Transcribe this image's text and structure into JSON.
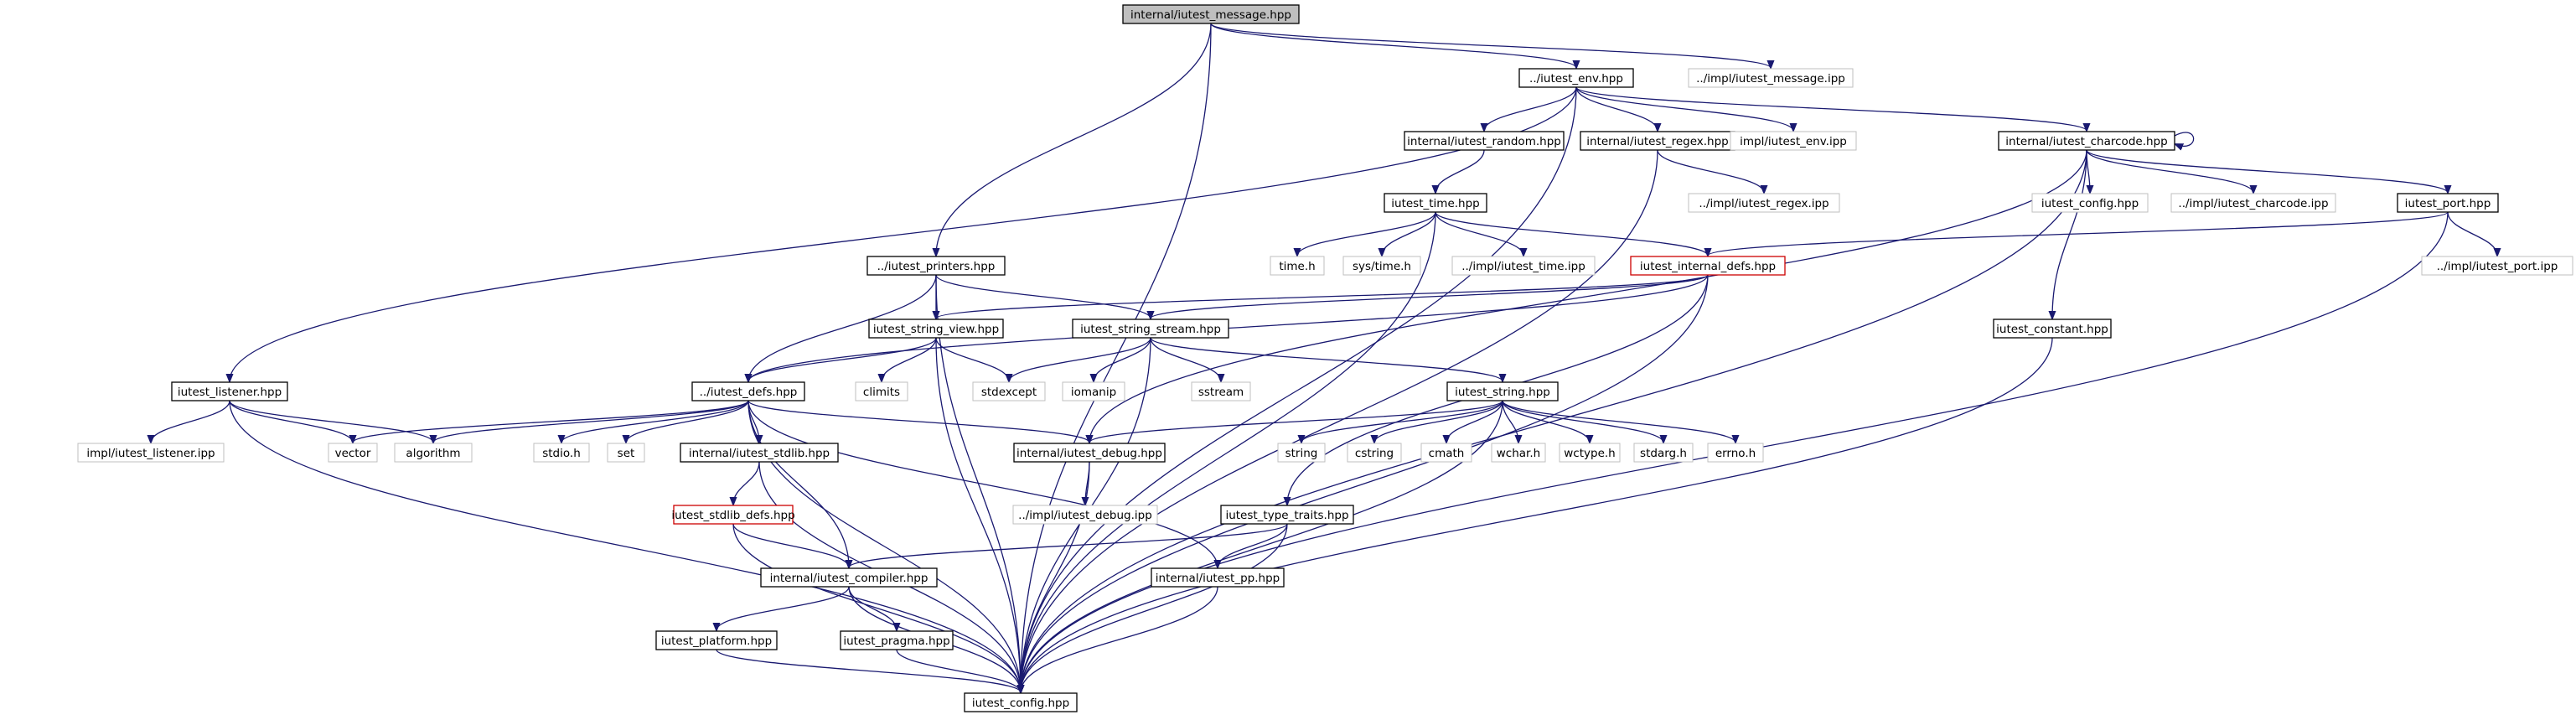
{
  "nodes": [
    {
      "id": "root",
      "label": "internal/iutest_message.hpp",
      "style": "root"
    },
    {
      "id": "env",
      "label": "../iutest_env.hpp",
      "style": "normal"
    },
    {
      "id": "msg_ipp",
      "label": "../impl/iutest_message.ipp",
      "style": "gray"
    },
    {
      "id": "random",
      "label": "internal/iutest_random.hpp",
      "style": "normal"
    },
    {
      "id": "regex",
      "label": "internal/iutest_regex.hpp",
      "style": "normal"
    },
    {
      "id": "env_ipp",
      "label": "impl/iutest_env.ipp",
      "style": "gray"
    },
    {
      "id": "charcode",
      "label": "internal/iutest_charcode.hpp",
      "style": "normal"
    },
    {
      "id": "time_hpp",
      "label": "iutest_time.hpp",
      "style": "normal"
    },
    {
      "id": "regex_ipp",
      "label": "../impl/iutest_regex.ipp",
      "style": "gray"
    },
    {
      "id": "config_h",
      "label": "iutest_config.hpp",
      "style": "gray"
    },
    {
      "id": "charcode_ipp",
      "label": "../impl/iutest_charcode.ipp",
      "style": "gray"
    },
    {
      "id": "port",
      "label": "iutest_port.hpp",
      "style": "normal"
    },
    {
      "id": "printers",
      "label": "../iutest_printers.hpp",
      "style": "normal"
    },
    {
      "id": "timeh",
      "label": "time.h",
      "style": "gray"
    },
    {
      "id": "systime",
      "label": "sys/time.h",
      "style": "gray"
    },
    {
      "id": "time_ipp",
      "label": "../impl/iutest_time.ipp",
      "style": "gray"
    },
    {
      "id": "internal_defs",
      "label": "iutest_internal_defs.hpp",
      "style": "red"
    },
    {
      "id": "port_ipp",
      "label": "../impl/iutest_port.ipp",
      "style": "gray"
    },
    {
      "id": "string_view",
      "label": "iutest_string_view.hpp",
      "style": "normal"
    },
    {
      "id": "string_stream",
      "label": "iutest_string_stream.hpp",
      "style": "normal"
    },
    {
      "id": "constant",
      "label": "iutest_constant.hpp",
      "style": "normal"
    },
    {
      "id": "listener",
      "label": "iutest_listener.hpp",
      "style": "normal"
    },
    {
      "id": "defs",
      "label": "../iutest_defs.hpp",
      "style": "normal"
    },
    {
      "id": "climits",
      "label": "climits",
      "style": "gray"
    },
    {
      "id": "stdexcept",
      "label": "stdexcept",
      "style": "gray"
    },
    {
      "id": "iomanip",
      "label": "iomanip",
      "style": "gray"
    },
    {
      "id": "sstream",
      "label": "sstream",
      "style": "gray"
    },
    {
      "id": "string_hpp",
      "label": "iutest_string.hpp",
      "style": "normal"
    },
    {
      "id": "listener_ipp",
      "label": "impl/iutest_listener.ipp",
      "style": "gray"
    },
    {
      "id": "vector",
      "label": "vector",
      "style": "gray"
    },
    {
      "id": "algorithm",
      "label": "algorithm",
      "style": "gray"
    },
    {
      "id": "stdioh",
      "label": "stdio.h",
      "style": "gray"
    },
    {
      "id": "set",
      "label": "set",
      "style": "gray"
    },
    {
      "id": "stdlib",
      "label": "internal/iutest_stdlib.hpp",
      "style": "normal"
    },
    {
      "id": "debug",
      "label": "internal/iutest_debug.hpp",
      "style": "normal"
    },
    {
      "id": "string_std",
      "label": "string",
      "style": "gray"
    },
    {
      "id": "cstring",
      "label": "cstring",
      "style": "gray"
    },
    {
      "id": "cmath",
      "label": "cmath",
      "style": "gray"
    },
    {
      "id": "wcharh",
      "label": "wchar.h",
      "style": "gray"
    },
    {
      "id": "wctypeh",
      "label": "wctype.h",
      "style": "gray"
    },
    {
      "id": "stdargh",
      "label": "stdarg.h",
      "style": "gray"
    },
    {
      "id": "errnoh",
      "label": "errno.h",
      "style": "gray"
    },
    {
      "id": "stdlib_defs",
      "label": "iutest_stdlib_defs.hpp",
      "style": "red"
    },
    {
      "id": "debug_ipp",
      "label": "../impl/iutest_debug.ipp",
      "style": "gray"
    },
    {
      "id": "type_traits",
      "label": "iutest_type_traits.hpp",
      "style": "normal"
    },
    {
      "id": "compiler",
      "label": "internal/iutest_compiler.hpp",
      "style": "normal"
    },
    {
      "id": "pp",
      "label": "internal/iutest_pp.hpp",
      "style": "normal"
    },
    {
      "id": "platform",
      "label": "iutest_platform.hpp",
      "style": "normal"
    },
    {
      "id": "pragma",
      "label": "iutest_pragma.hpp",
      "style": "normal"
    },
    {
      "id": "config",
      "label": "iutest_config.hpp",
      "style": "normal"
    }
  ],
  "edges": [
    [
      "root",
      "env"
    ],
    [
      "root",
      "msg_ipp"
    ],
    [
      "root",
      "printers"
    ],
    [
      "root",
      "config"
    ],
    [
      "env",
      "random"
    ],
    [
      "env",
      "regex"
    ],
    [
      "env",
      "env_ipp"
    ],
    [
      "env",
      "charcode"
    ],
    [
      "env",
      "listener"
    ],
    [
      "env",
      "config"
    ],
    [
      "random",
      "time_hpp"
    ],
    [
      "regex",
      "regex_ipp"
    ],
    [
      "regex",
      "config"
    ],
    [
      "charcode",
      "charcode"
    ],
    [
      "charcode",
      "config_h"
    ],
    [
      "charcode",
      "charcode_ipp"
    ],
    [
      "charcode",
      "port"
    ],
    [
      "charcode",
      "constant"
    ],
    [
      "charcode",
      "debug"
    ],
    [
      "charcode",
      "config"
    ],
    [
      "time_hpp",
      "timeh"
    ],
    [
      "time_hpp",
      "systime"
    ],
    [
      "time_hpp",
      "time_ipp"
    ],
    [
      "time_hpp",
      "internal_defs"
    ],
    [
      "time_hpp",
      "config"
    ],
    [
      "port",
      "internal_defs"
    ],
    [
      "port",
      "port_ipp"
    ],
    [
      "port",
      "config"
    ],
    [
      "printers",
      "string_view"
    ],
    [
      "printers",
      "string_stream"
    ],
    [
      "printers",
      "defs"
    ],
    [
      "printers",
      "config"
    ],
    [
      "internal_defs",
      "string_view"
    ],
    [
      "internal_defs",
      "string_stream"
    ],
    [
      "internal_defs",
      "defs"
    ],
    [
      "internal_defs",
      "type_traits"
    ],
    [
      "internal_defs",
      "config"
    ],
    [
      "string_view",
      "defs"
    ],
    [
      "string_view",
      "climits"
    ],
    [
      "string_view",
      "stdexcept"
    ],
    [
      "string_view",
      "config"
    ],
    [
      "string_stream",
      "stdexcept"
    ],
    [
      "string_stream",
      "iomanip"
    ],
    [
      "string_stream",
      "sstream"
    ],
    [
      "string_stream",
      "string_hpp"
    ],
    [
      "string_stream",
      "config"
    ],
    [
      "constant",
      "config"
    ],
    [
      "listener",
      "listener_ipp"
    ],
    [
      "listener",
      "vector"
    ],
    [
      "listener",
      "algorithm"
    ],
    [
      "listener",
      "config"
    ],
    [
      "defs",
      "vector"
    ],
    [
      "defs",
      "algorithm"
    ],
    [
      "defs",
      "stdioh"
    ],
    [
      "defs",
      "set"
    ],
    [
      "defs",
      "stdlib"
    ],
    [
      "defs",
      "debug"
    ],
    [
      "defs",
      "compiler"
    ],
    [
      "defs",
      "pp"
    ],
    [
      "defs",
      "config"
    ],
    [
      "string_hpp",
      "debug"
    ],
    [
      "string_hpp",
      "string_std"
    ],
    [
      "string_hpp",
      "cstring"
    ],
    [
      "string_hpp",
      "cmath"
    ],
    [
      "string_hpp",
      "wcharh"
    ],
    [
      "string_hpp",
      "wctypeh"
    ],
    [
      "string_hpp",
      "stdargh"
    ],
    [
      "string_hpp",
      "errnoh"
    ],
    [
      "string_hpp",
      "config"
    ],
    [
      "stdlib",
      "stdlib_defs"
    ],
    [
      "stdlib",
      "config"
    ],
    [
      "debug",
      "debug_ipp"
    ],
    [
      "debug",
      "config"
    ],
    [
      "stdlib_defs",
      "compiler"
    ],
    [
      "stdlib_defs",
      "config"
    ],
    [
      "type_traits",
      "compiler"
    ],
    [
      "type_traits",
      "pp"
    ],
    [
      "type_traits",
      "config"
    ],
    [
      "compiler",
      "platform"
    ],
    [
      "compiler",
      "pragma"
    ],
    [
      "compiler",
      "config"
    ],
    [
      "pp",
      "config"
    ],
    [
      "platform",
      "config"
    ],
    [
      "pragma",
      "config"
    ]
  ],
  "colors": {
    "edge": "#191970",
    "box_border": "#000000",
    "root_fill": "#bfbfbf",
    "red_border": "#cc0000",
    "gray_border": "#bfbfbf"
  }
}
